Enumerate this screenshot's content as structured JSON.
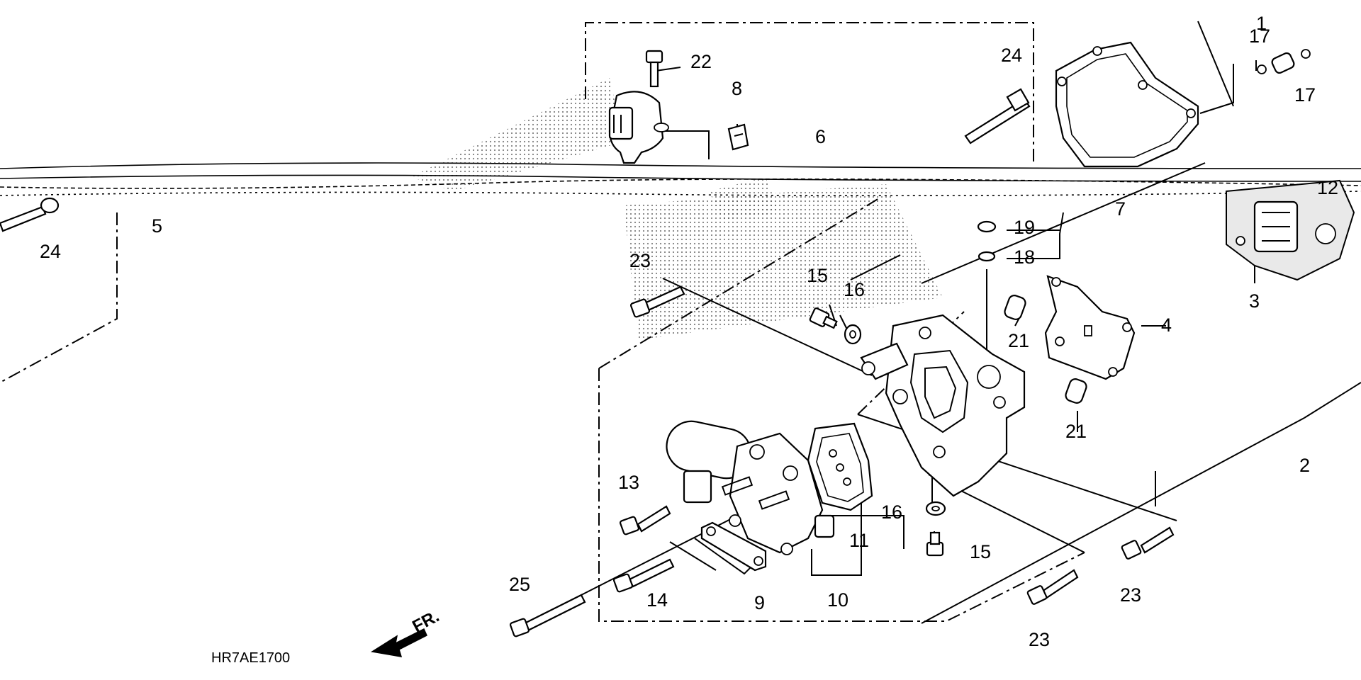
{
  "diagram": {
    "code": "HR7AE1700",
    "direction": "FR.",
    "callouts": {
      "c1": "1",
      "c2": "2",
      "c3": "3",
      "c4": "4",
      "c5": "5",
      "c6": "6",
      "c7": "7",
      "c8": "8",
      "c9": "9",
      "c10": "10",
      "c11": "11",
      "c12": "12",
      "c13": "13",
      "c14": "14",
      "c15a": "15",
      "c15b": "15",
      "c16a": "16",
      "c16b": "16",
      "c17a": "17",
      "c17b": "17",
      "c18": "18",
      "c19": "19",
      "c21a": "21",
      "c21b": "21",
      "c22": "22",
      "c23a": "23",
      "c23b": "23",
      "c23c": "23",
      "c24a": "24",
      "c24b": "24",
      "c25": "25"
    }
  }
}
